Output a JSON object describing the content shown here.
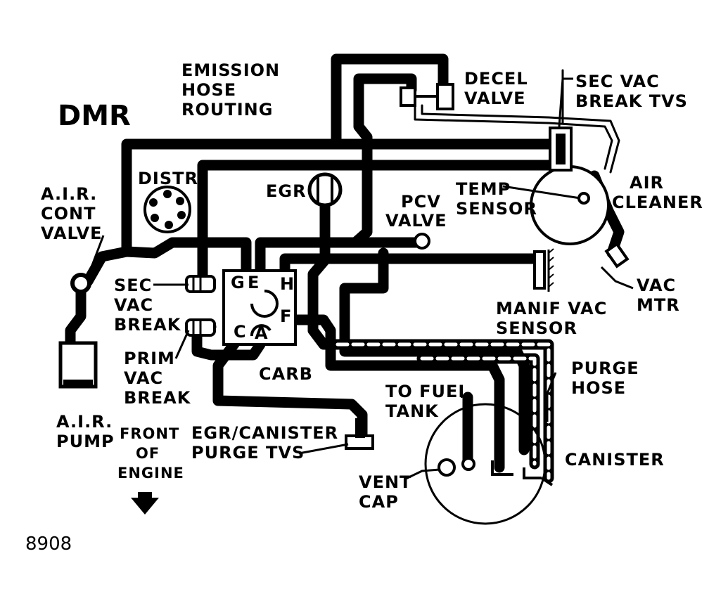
{
  "labels": {
    "model": "DMR",
    "title_line1": "EMISSION",
    "title_line2": "HOSE",
    "title_line3": "ROUTING",
    "decel_valve_1": "DECEL",
    "decel_valve_2": "VALVE",
    "sec_vac_break_tvs_1": "SEC VAC",
    "sec_vac_break_tvs_2": "BREAK TVS",
    "distr": "DISTR",
    "egr": "EGR",
    "pcv_valve_1": "PCV",
    "pcv_valve_2": "VALVE",
    "temp_sensor_1": "TEMP",
    "temp_sensor_2": "SENSOR",
    "air_cleaner_1": "AIR",
    "air_cleaner_2": "CLEANER",
    "air_cont_valve_1": "A.I.R.",
    "air_cont_valve_2": "CONT",
    "air_cont_valve_3": "VALVE",
    "sec_vac_break_1": "SEC",
    "sec_vac_break_2": "VAC",
    "sec_vac_break_3": "BREAK",
    "vac_mtr_1": "VAC",
    "vac_mtr_2": "MTR",
    "manif_vac_sensor_1": "MANIF VAC",
    "manif_vac_sensor_2": "SENSOR",
    "prim_vac_break_1": "PRIM",
    "prim_vac_break_2": "VAC",
    "prim_vac_break_3": "BREAK",
    "carb": "CARB",
    "purge_hose_1": "PURGE",
    "purge_hose_2": "HOSE",
    "to_fuel_tank_1": "TO FUEL",
    "to_fuel_tank_2": "TANK",
    "air_pump_1": "A.I.R.",
    "air_pump_2": "PUMP",
    "front_engine_1": "FRONT",
    "front_engine_2": "OF",
    "front_engine_3": "ENGINE",
    "egr_canister_tvs_1": "EGR/CANISTER",
    "egr_canister_tvs_2": "PURGE TVS",
    "canister": "CANISTER",
    "vent_cap_1": "VENT",
    "vent_cap_2": "CAP",
    "figure_number": "8908"
  },
  "carb_ports": {
    "g": "G",
    "e": "E",
    "h": "H",
    "f": "F",
    "c": "C",
    "a": "A"
  }
}
